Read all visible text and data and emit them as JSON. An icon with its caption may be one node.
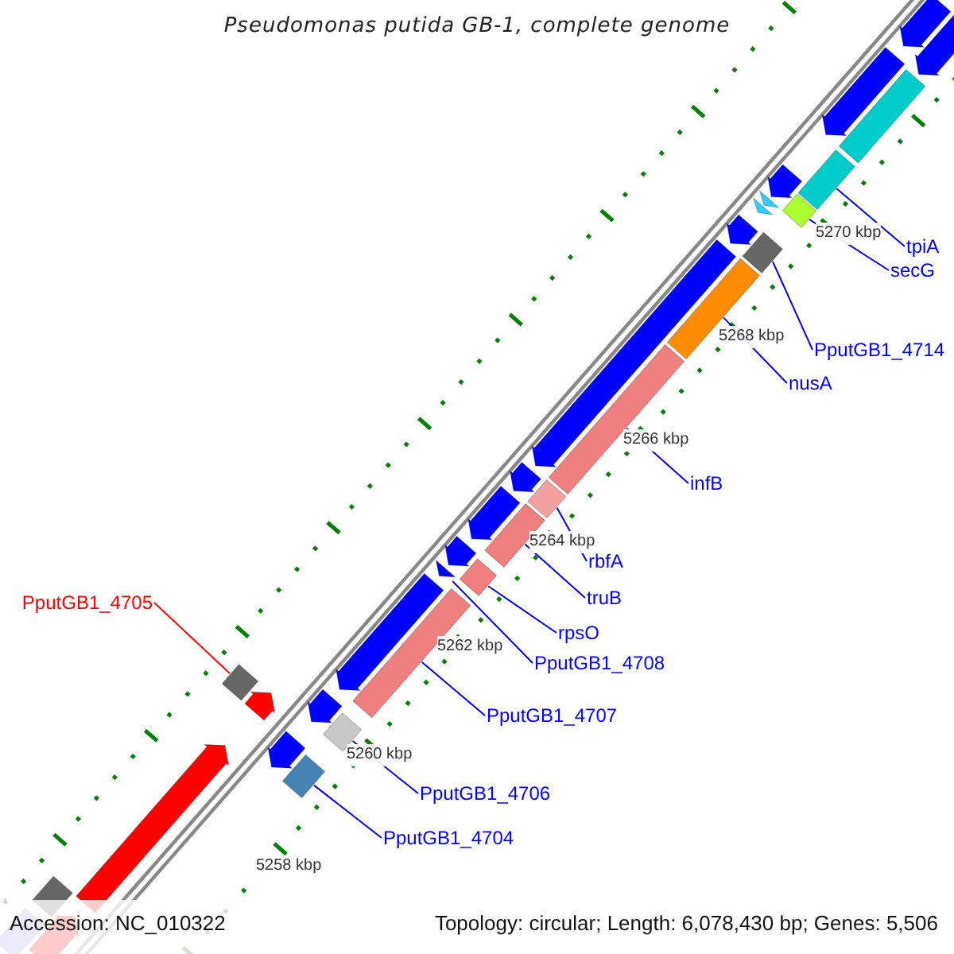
{
  "diagram": {
    "title": "Pseudomonas putida GB-1, complete genome",
    "nodes": [
      {
        "text": [
          "tpiA"
        ]
      },
      {
        "text": [
          "secG"
        ]
      },
      {
        "text": [
          "PputGB1_4714"
        ]
      },
      {
        "text": [
          "nusA"
        ]
      },
      {
        "text": [
          "infB"
        ]
      },
      {
        "text": [
          "rbfA"
        ]
      },
      {
        "text": [
          "truB"
        ]
      },
      {
        "text": [
          "PputGB1_4705"
        ]
      },
      {
        "text": [
          "rpsO"
        ]
      },
      {
        "text": [
          "PputGB1_4708"
        ]
      },
      {
        "text": [
          "PputGB1_4707"
        ]
      },
      {
        "text": [
          "PputGB1_4706"
        ]
      },
      {
        "text": [
          "PputGB1_4704"
        ]
      },
      {
        "text": [],
        "shape": "box"
      },
      {
        "text": [],
        "shape": "diamond"
      },
      {
        "text": [],
        "shape": "box"
      },
      {
        "text": [],
        "shape": "box"
      },
      {
        "text": [],
        "shape": "box"
      },
      {
        "text": [],
        "shape": "diamond"
      },
      {
        "text": [],
        "shape": "box"
      },
      {
        "text": [],
        "shape": "diamond"
      },
      {
        "text": [],
        "shape": "triangle"
      },
      {
        "text": [],
        "shape": "box"
      },
      {
        "text": [],
        "shape": "diamond"
      },
      {
        "text": [],
        "shape": "diamond"
      },
      {
        "text": [],
        "shape": "box"
      },
      {
        "text": [],
        "shape": "box"
      },
      {
        "text": [],
        "shape": "arrow"
      },
      {
        "text": [],
        "shape": "arrow"
      },
      {
        "text": [],
        "shape": "arrow"
      },
      {
        "text": [],
        "shape": "triangle"
      },
      {
        "text": [],
        "shape": "triangle"
      },
      {
        "text": [],
        "shape": "arrow"
      },
      {
        "text": [],
        "shape": "arrow"
      },
      {
        "text": [],
        "shape": "arrow"
      },
      {
        "text": [],
        "shape": "arrow"
      },
      {
        "text": [],
        "shape": "arrow"
      },
      {
        "text": [],
        "shape": "arrow"
      },
      {
        "text": [],
        "shape": "arrow"
      },
      {
        "text": [],
        "shape": "arrow"
      },
      {
        "text": [],
        "shape": "arrow"
      },
      {
        "text": [],
        "shape": "box"
      },
      {
        "text": [],
        "shape": "arrow"
      },
      {
        "text": [],
        "shape": "arrow"
      },
      {
        "text": [],
        "shape": "arrow"
      },
      {
        "text": [],
        "shape": "box"
      }
    ],
    "edges": [
      {
        "from": 0,
        "to": 13,
        "arrow": "none"
      },
      {
        "from": 1,
        "to": 14,
        "arrow": "none"
      },
      {
        "from": 2,
        "to": 15,
        "arrow": "none"
      },
      {
        "from": 3,
        "to": 16,
        "arrow": "none"
      },
      {
        "from": 4,
        "to": 17,
        "arrow": "none"
      },
      {
        "from": 5,
        "to": 18,
        "arrow": "none"
      },
      {
        "from": 6,
        "to": 19,
        "arrow": "none"
      },
      {
        "from": 7,
        "to": 23,
        "arrow": "none",
        "color": "#ff0000"
      },
      {
        "from": 8,
        "to": 20,
        "arrow": "none"
      },
      {
        "from": 9,
        "to": 21,
        "arrow": "none"
      },
      {
        "from": 10,
        "to": 22,
        "arrow": "none"
      },
      {
        "from": 11,
        "to": 24,
        "arrow": "none"
      },
      {
        "from": 12,
        "to": 25,
        "arrow": "none"
      }
    ],
    "labels": [
      "5270 kbp",
      "5268 kbp",
      "5266 kbp",
      "5264 kbp",
      "5262 kbp",
      "5260 kbp",
      "5258 kbp",
      "Accession: NC_010322",
      "Topology: circular; Length: 6,078,430 bp; Genes: 5,506"
    ]
  }
}
